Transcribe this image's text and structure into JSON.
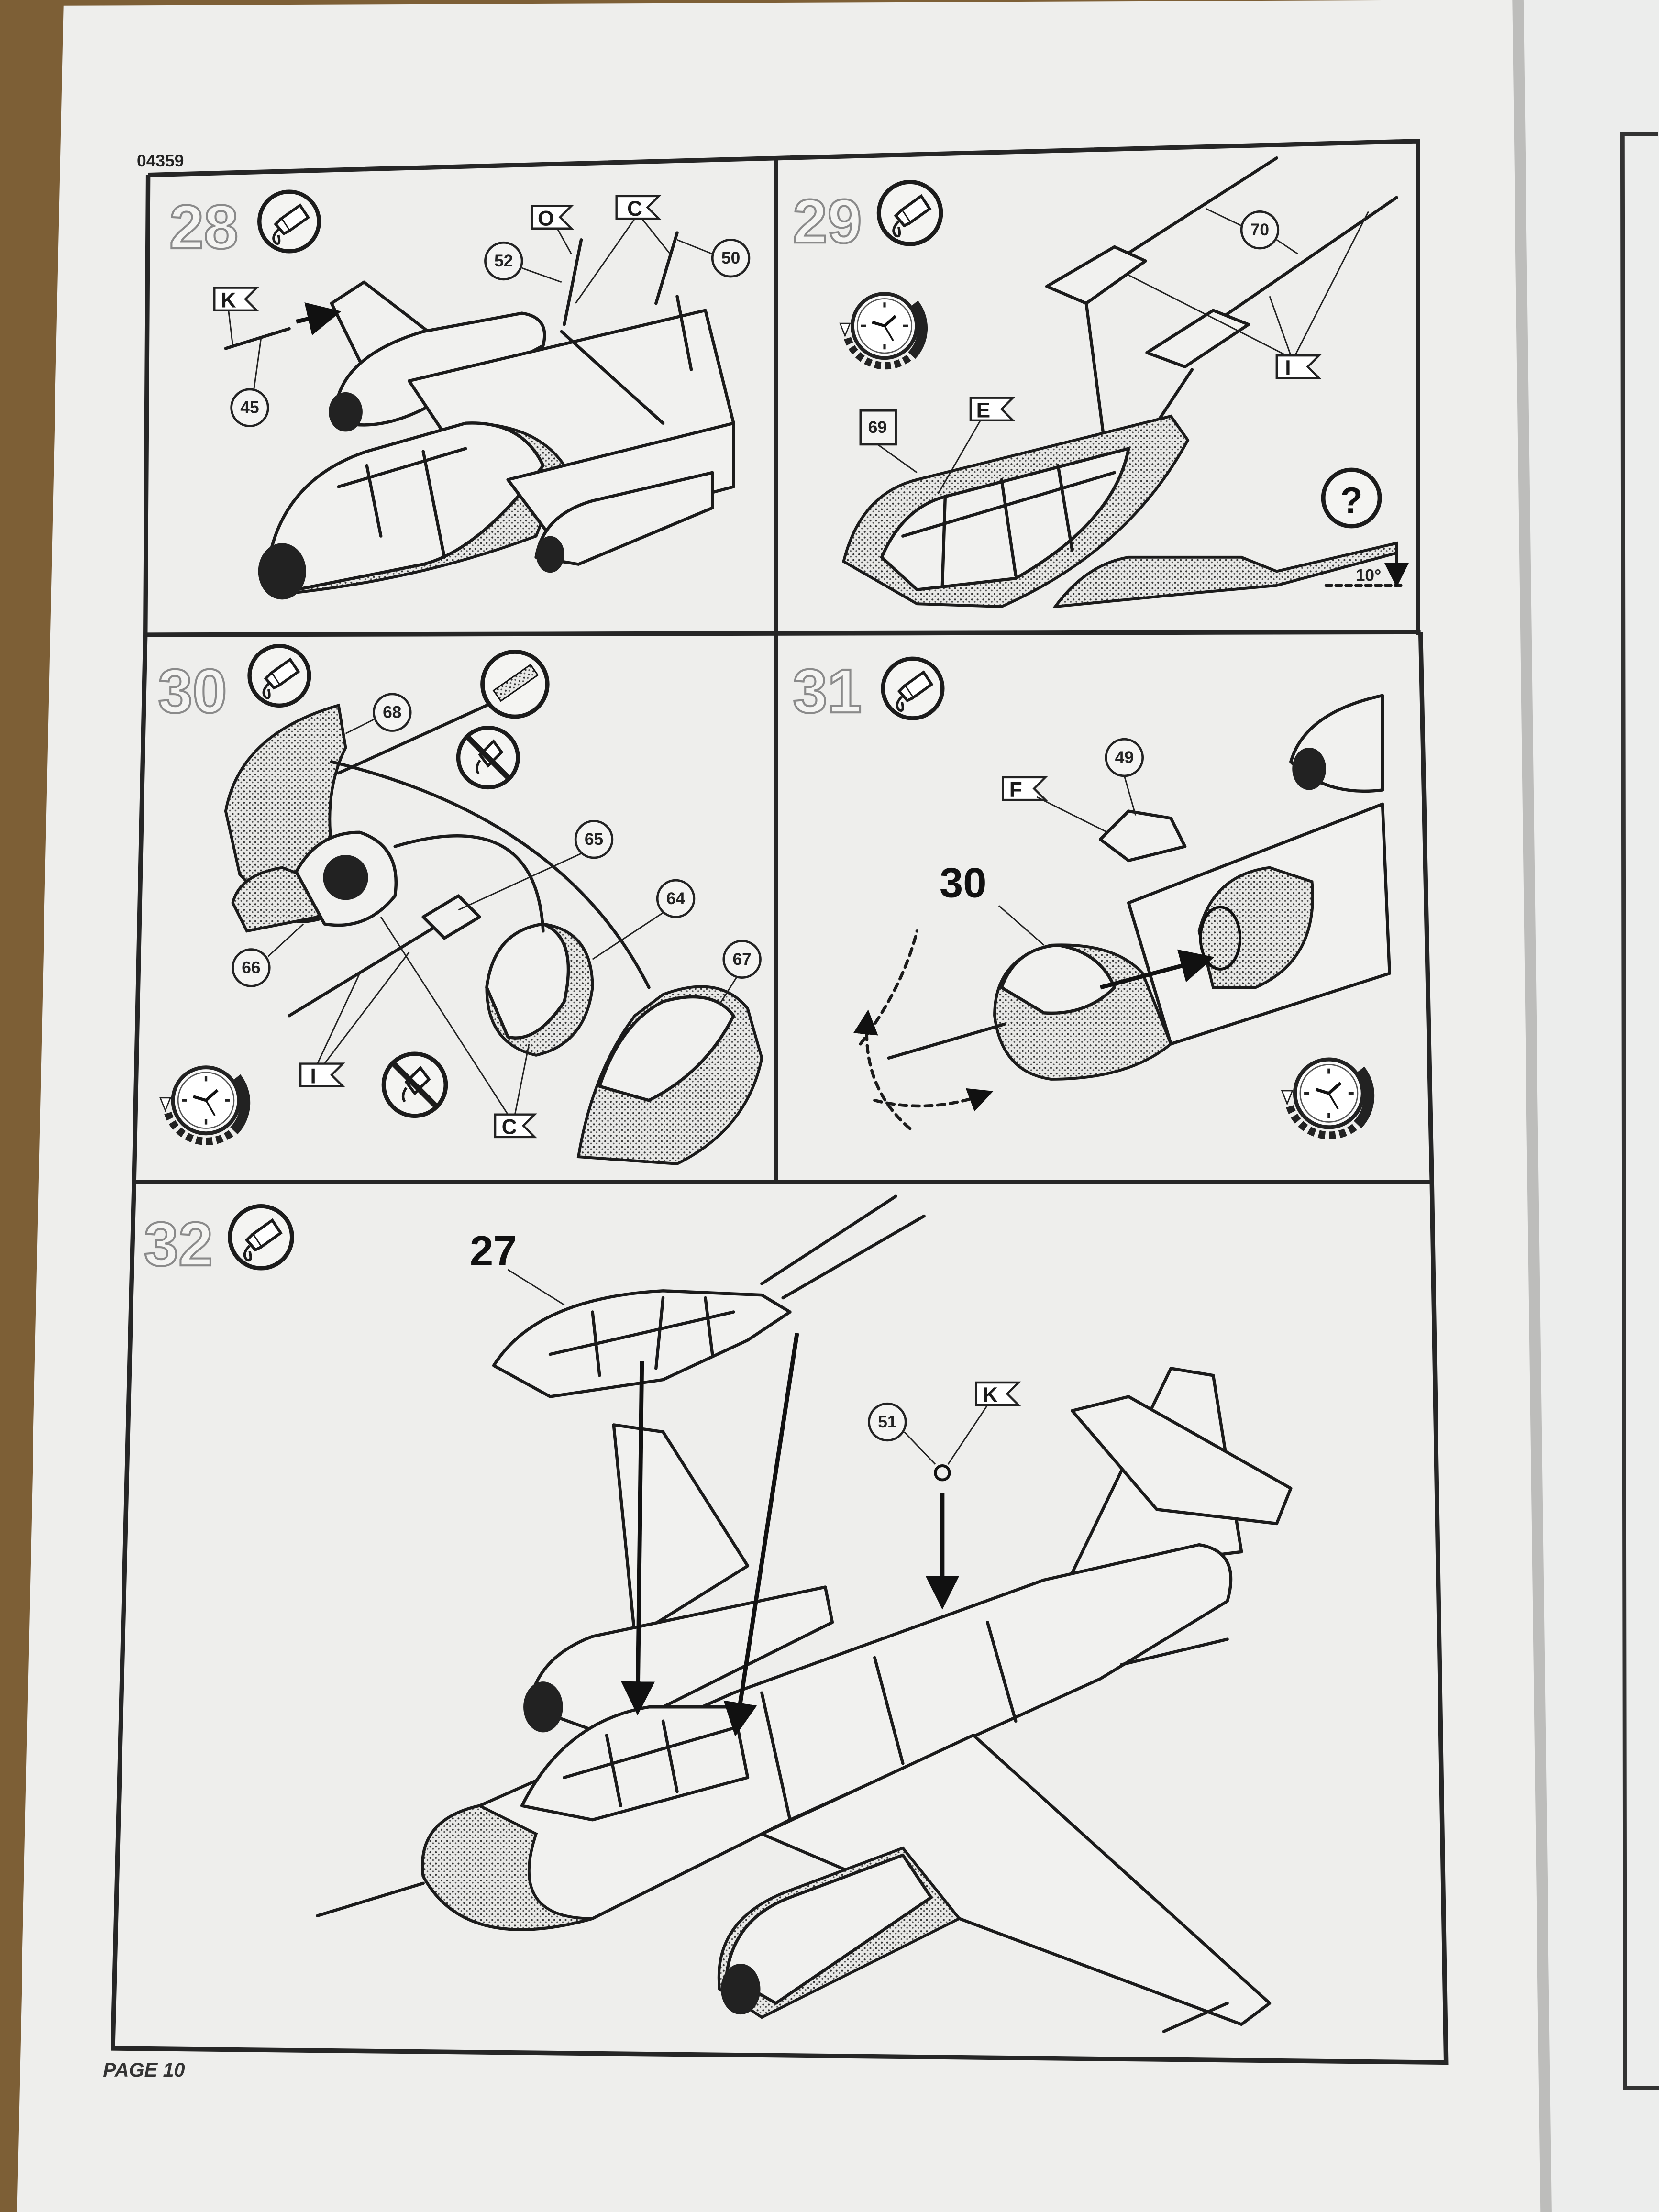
{
  "document": {
    "kit_number": "04359",
    "page_label": "PAGE 10"
  },
  "steps": [
    {
      "number": "28",
      "parts": [
        "52",
        "50",
        "45"
      ],
      "flags": [
        "K",
        "O",
        "C"
      ]
    },
    {
      "number": "29",
      "parts": [
        "70",
        "69"
      ],
      "flags": [
        "E",
        "I"
      ],
      "angle": "10°",
      "help": "?"
    },
    {
      "number": "30",
      "parts": [
        "68",
        "65",
        "64",
        "67",
        "66"
      ],
      "flags": [
        "I",
        "C"
      ]
    },
    {
      "number": "31",
      "parts": [
        "49"
      ],
      "flags": [
        "F"
      ],
      "ref_step": "30"
    },
    {
      "number": "32",
      "parts": [
        "51"
      ],
      "flags": [
        "K"
      ],
      "ref_step": "27"
    }
  ],
  "icons": [
    "glue-tube-icon",
    "drying-time-clock-icon",
    "no-glue-icon",
    "file-sand-icon",
    "question-icon"
  ],
  "colors": {
    "paper": "#f1f1ef",
    "ink": "#1b1b1b",
    "wood": "#7d5f36"
  }
}
